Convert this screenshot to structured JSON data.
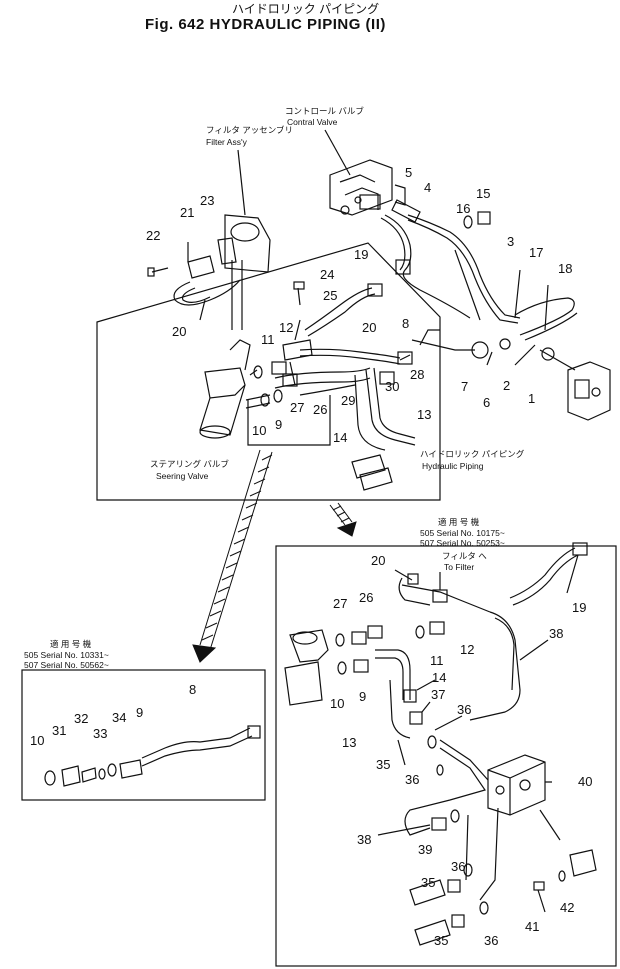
{
  "title": {
    "jp": "ハイドロリック パイピング",
    "en": "Fig. 642  HYDRAULIC  PIPING  (II)"
  },
  "labels": {
    "control_valve_jp": "コントロール バルブ",
    "control_valve_en": "Contral Valve",
    "filter_jp": "フィルタ アッセンブリ",
    "filter_en": "Filter Ass'y",
    "steering_jp": "ステアリング バルブ",
    "steering_en": "Seering Valve",
    "hydraulic_jp": "ハイドロリック パイピング",
    "hydraulic_en": "Hydraulic Piping",
    "tofilter_jp": "フィルタ へ",
    "tofilter_en": "To Filter"
  },
  "serials": {
    "right": {
      "heading": "適 用 号 機",
      "line1": "505 Serial No. 10175~",
      "line2": "507 Serial No. 50253~"
    },
    "left": {
      "heading": "適 用 号 機",
      "line1": "505 Serial No. 10331~",
      "line2": "507 Serial No. 50562~"
    }
  },
  "part_numbers": {
    "main": [
      "1",
      "2",
      "3",
      "4",
      "5",
      "6",
      "7",
      "8",
      "9",
      "10",
      "11",
      "12",
      "13",
      "14",
      "15",
      "16",
      "17",
      "18",
      "19",
      "20",
      "20",
      "21",
      "22",
      "23",
      "24",
      "25",
      "26",
      "27",
      "28",
      "29",
      "30"
    ],
    "left_inset": [
      "8",
      "9",
      "10",
      "31",
      "32",
      "33",
      "34"
    ],
    "right_inset": [
      "9",
      "10",
      "11",
      "12",
      "13",
      "14",
      "19",
      "20",
      "26",
      "27",
      "35",
      "35",
      "35",
      "36",
      "36",
      "36",
      "36",
      "37",
      "38",
      "38",
      "39",
      "40",
      "41",
      "42"
    ]
  }
}
